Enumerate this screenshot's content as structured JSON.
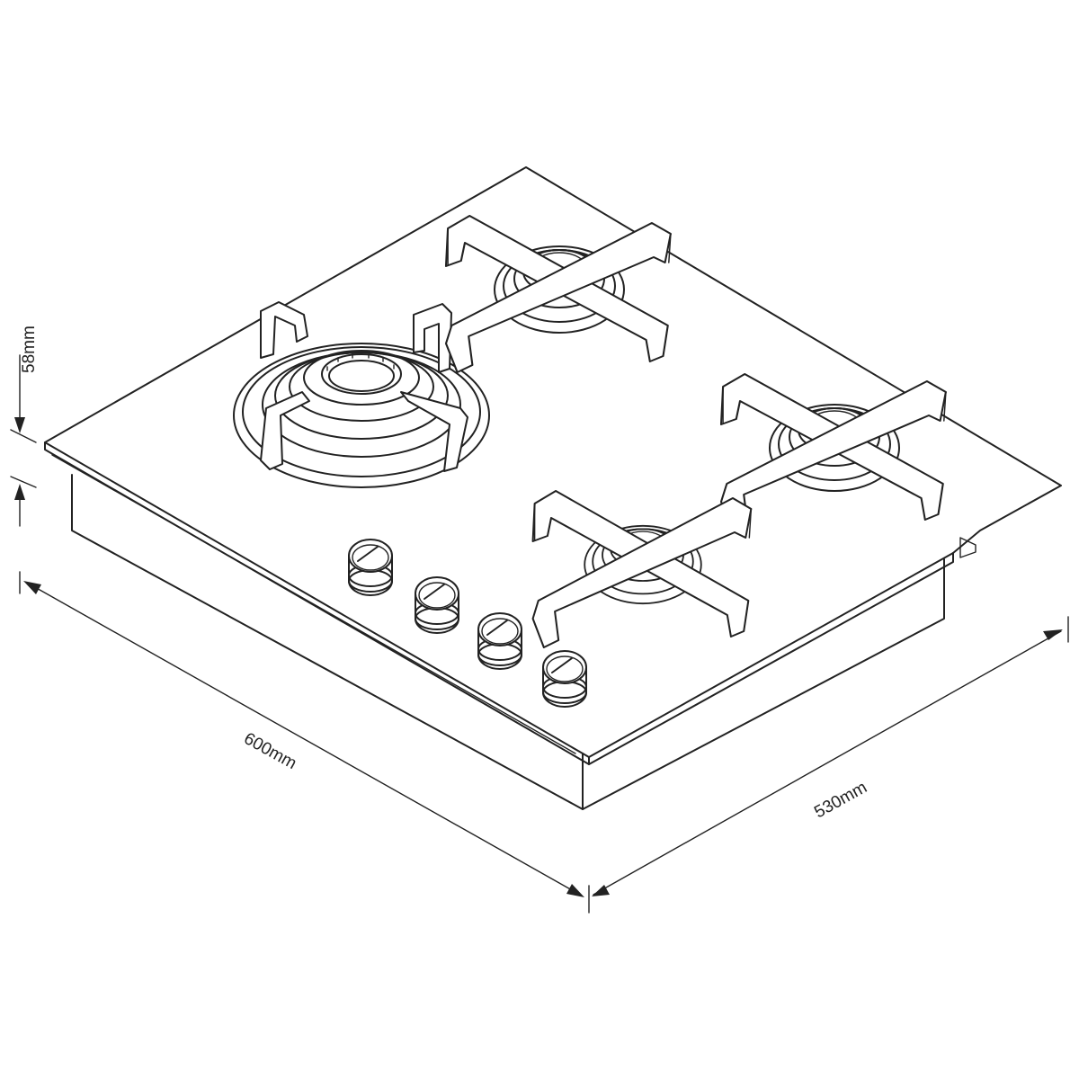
{
  "dimensions": {
    "height": "58mm",
    "width": "600mm",
    "depth": "530mm"
  },
  "colors": {
    "line": "#222222",
    "background": "#ffffff"
  },
  "parts": {
    "burners": [
      "wok-burner",
      "rear-right-burner",
      "right-burner",
      "front-burner"
    ],
    "knob_count": 4
  }
}
